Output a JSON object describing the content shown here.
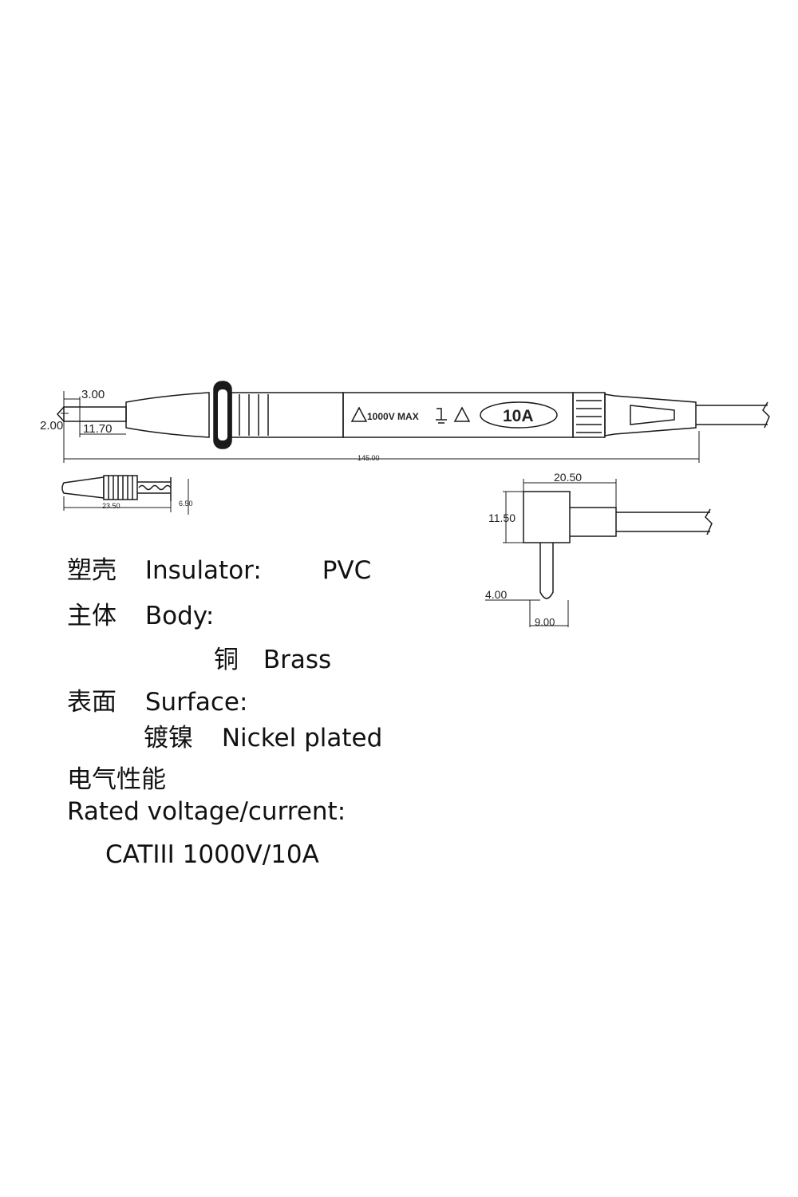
{
  "drawing": {
    "probe": {
      "dim_tip_length": "3.00",
      "dim_tip_diameter": "2.00",
      "dim_shaft": "11.70",
      "dim_total": "145.00",
      "label_voltage": "1000V MAX",
      "label_current": "10A"
    },
    "cap": {
      "dim_length": "23.50",
      "dim_diameter": "6.50"
    },
    "plug": {
      "dim_width": "20.50",
      "dim_height": "11.50",
      "dim_pin": "4.00",
      "dim_spacing": "9.00"
    }
  },
  "specs": {
    "insulator": {
      "cn": "塑壳",
      "en": "Insulator:",
      "value": "PVC"
    },
    "body": {
      "cn": "主体",
      "en": "Body:",
      "value_cn": "铜",
      "value_en": "Brass"
    },
    "surface": {
      "cn": "表面",
      "en": "Surface:",
      "value_cn": "镀镍",
      "value_en": "Nickel plated"
    },
    "rated": {
      "cn": "电气性能",
      "en": "Rated voltage/current:",
      "value": "CATIII 1000V/10A"
    }
  },
  "colors": {
    "line": "#1a1a1a",
    "background": "#ffffff"
  }
}
